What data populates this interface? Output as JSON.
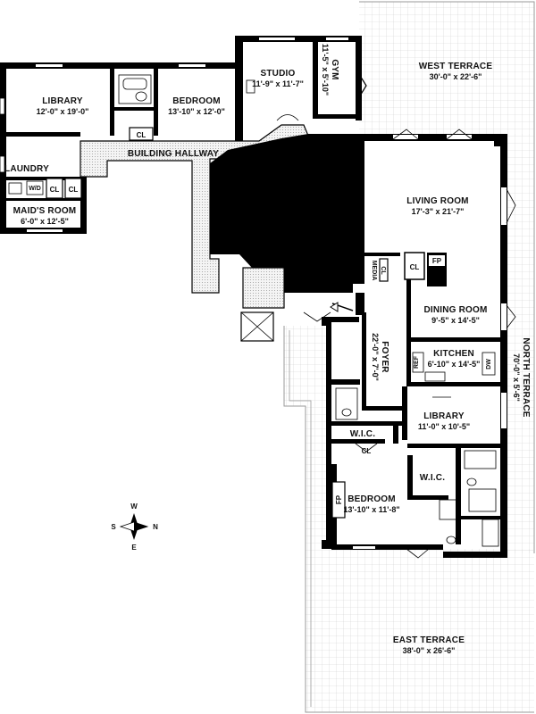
{
  "rooms": {
    "library_west": {
      "name": "LIBRARY",
      "dims": "12'-0\" x 19'-0\""
    },
    "bedroom_west": {
      "name": "BEDROOM",
      "dims": "13'-10\" x 12'-0\""
    },
    "studio": {
      "name": "STUDIO",
      "dims": "11'-9\" x 11'-7\""
    },
    "gym": {
      "name": "GYM",
      "dims": "11'-5\" x 5'-10\""
    },
    "west_terrace": {
      "name": "WEST TERRACE",
      "dims": "30'-0\" x 22'-6\""
    },
    "building_hallway": {
      "name": "BUILDING HALLWAY"
    },
    "laundry": {
      "name": "LAUNDRY"
    },
    "maids_room": {
      "name": "MAID'S ROOM",
      "dims": "6'-0\" x 12'-5\""
    },
    "living_room": {
      "name": "LIVING ROOM",
      "dims": "17'-3\" x 21'-7\""
    },
    "dining_room": {
      "name": "DINING ROOM",
      "dims": "9'-5\" x 14'-5\""
    },
    "kitchen": {
      "name": "KITCHEN",
      "dims": "6'-10\" x 14'-5\""
    },
    "foyer": {
      "name": "FOYER",
      "dims": "22'-0\" x 7'-0\""
    },
    "north_terrace": {
      "name": "NORTH TERRACE",
      "dims": "70'-0\" x 5'-6\""
    },
    "library_east": {
      "name": "LIBRARY",
      "dims": "11'-0\" x 10'-5\""
    },
    "wic_1": {
      "name": "W.I.C."
    },
    "wic_2": {
      "name": "W.I.C."
    },
    "bedroom_east": {
      "name": "BEDROOM",
      "dims": "13'-10\" x 11'-8\""
    },
    "east_terrace": {
      "name": "EAST TERRACE",
      "dims": "38'-0\" x 26'-6\""
    }
  },
  "fixtures": {
    "cl": "CL",
    "fp": "FP",
    "media": "MEDIA",
    "wd": "W/D",
    "ref": "REF",
    "dw": "DW"
  },
  "compass": {
    "n": "N",
    "s": "S",
    "e": "E",
    "w": "W"
  },
  "colors": {
    "wall": "#000000",
    "terrace_grid": "#d0d0d0",
    "hallway_dots": "#9a9a9a"
  }
}
